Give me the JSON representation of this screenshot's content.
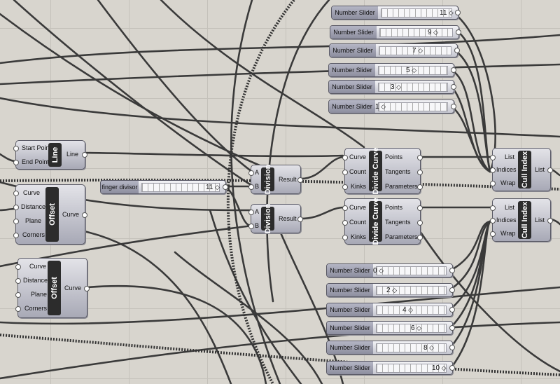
{
  "sliders": [
    {
      "label": "Number Slider",
      "value": "11"
    },
    {
      "label": "Number Slider",
      "value": "9"
    },
    {
      "label": "Number Slider",
      "value": "7"
    },
    {
      "label": "Number Slider",
      "value": "5"
    },
    {
      "label": "Number Slider",
      "value": "3"
    },
    {
      "label": "Number Slider",
      "value": "1"
    },
    {
      "label": "Number Slider",
      "value": "0"
    },
    {
      "label": "Number Slider",
      "value": "2"
    },
    {
      "label": "Number Slider",
      "value": "4"
    },
    {
      "label": "Number Slider",
      "value": "6"
    },
    {
      "label": "Number Slider",
      "value": "8"
    },
    {
      "label": "Number Slider",
      "value": "10"
    }
  ],
  "finger_slider": {
    "label": "finger divisor",
    "value": "11"
  },
  "line": {
    "name": "Line",
    "inputs": [
      "Start Point",
      "End Point"
    ],
    "output": "Line"
  },
  "offset1": {
    "name": "Offset",
    "inputs": [
      "Curve",
      "Distance",
      "Plane",
      "Corners"
    ],
    "output": "Curve"
  },
  "offset2": {
    "name": "Offset",
    "inputs": [
      "Curve",
      "Distance",
      "Plane",
      "Corners"
    ],
    "output": "Curve"
  },
  "division1": {
    "name": "Division",
    "inputs": [
      "A",
      "B"
    ],
    "output": "Result"
  },
  "division2": {
    "name": "Division",
    "inputs": [
      "A",
      "B"
    ],
    "output": "Result"
  },
  "divide1": {
    "name": "Divide Curve",
    "inputs": [
      "Curve",
      "Count",
      "Kinks"
    ],
    "outputs": [
      "Points",
      "Tangents",
      "Parameters"
    ]
  },
  "divide2": {
    "name": "Divide Curve",
    "inputs": [
      "Curve",
      "Count",
      "Kinks"
    ],
    "outputs": [
      "Points",
      "Tangents",
      "Parameters"
    ]
  },
  "cull1": {
    "name": "Cull Index",
    "inputs": [
      "List",
      "Indices",
      "Wrap"
    ],
    "output": "List"
  },
  "cull2": {
    "name": "Cull Index",
    "inputs": [
      "List",
      "Indices",
      "Wrap"
    ],
    "output": "List"
  }
}
